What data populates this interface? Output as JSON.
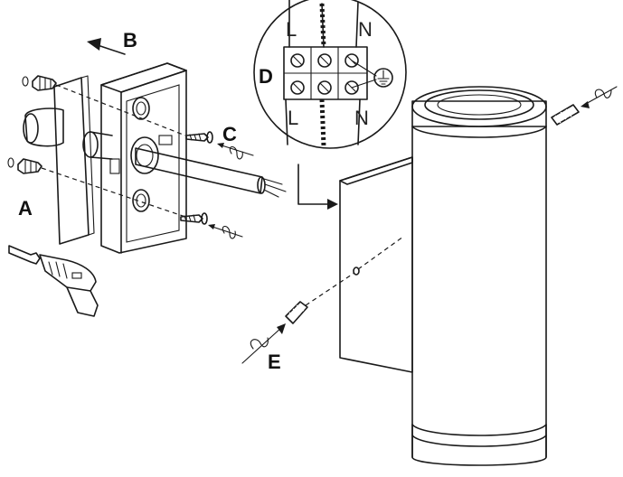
{
  "labels": {
    "a": "A",
    "b": "B",
    "c": "C",
    "d": "D",
    "e": "E"
  },
  "terminal_labels": {
    "top_left": "L",
    "top_right": "N",
    "bottom_left": "L",
    "bottom_right": "N"
  },
  "icons": [
    "wall-plug-icon",
    "power-drill-icon",
    "screw-icon",
    "terminal-block-icon",
    "ground-symbol-icon",
    "arrow-icon"
  ],
  "colors": {
    "ink": "#1a1a1a",
    "background": "#ffffff"
  }
}
